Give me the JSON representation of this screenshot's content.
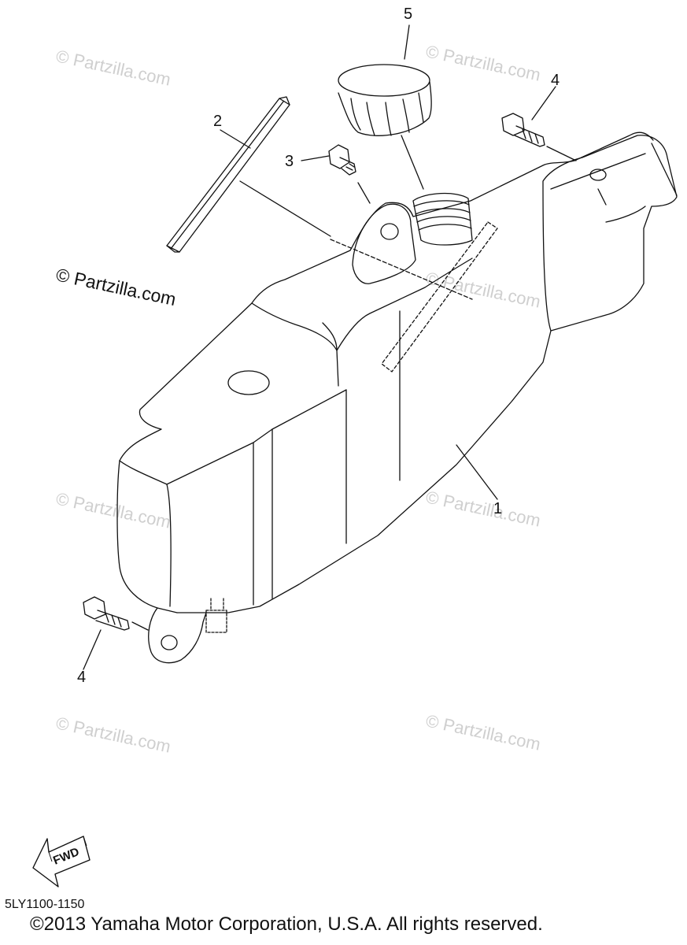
{
  "diagram": {
    "callouts": [
      {
        "id": "c1",
        "label": "1"
      },
      {
        "id": "c2",
        "label": "2"
      },
      {
        "id": "c3",
        "label": "3"
      },
      {
        "id": "c4a",
        "label": "4"
      },
      {
        "id": "c4b",
        "label": "4"
      },
      {
        "id": "c5",
        "label": "5"
      }
    ],
    "fwd_label": "FWD",
    "diagram_code": "5LY1100-1150",
    "copyright": "©2013  Yamaha Motor Corporation, U.S.A. All rights reserved."
  },
  "watermarks": {
    "text": "© Partzilla.com",
    "prominent_text": "© Partzilla.com"
  },
  "colors": {
    "line": "#111111",
    "watermark": "#cfcfcf"
  },
  "icons": {
    "fwd_arrow": "fwd-arrow-icon"
  }
}
